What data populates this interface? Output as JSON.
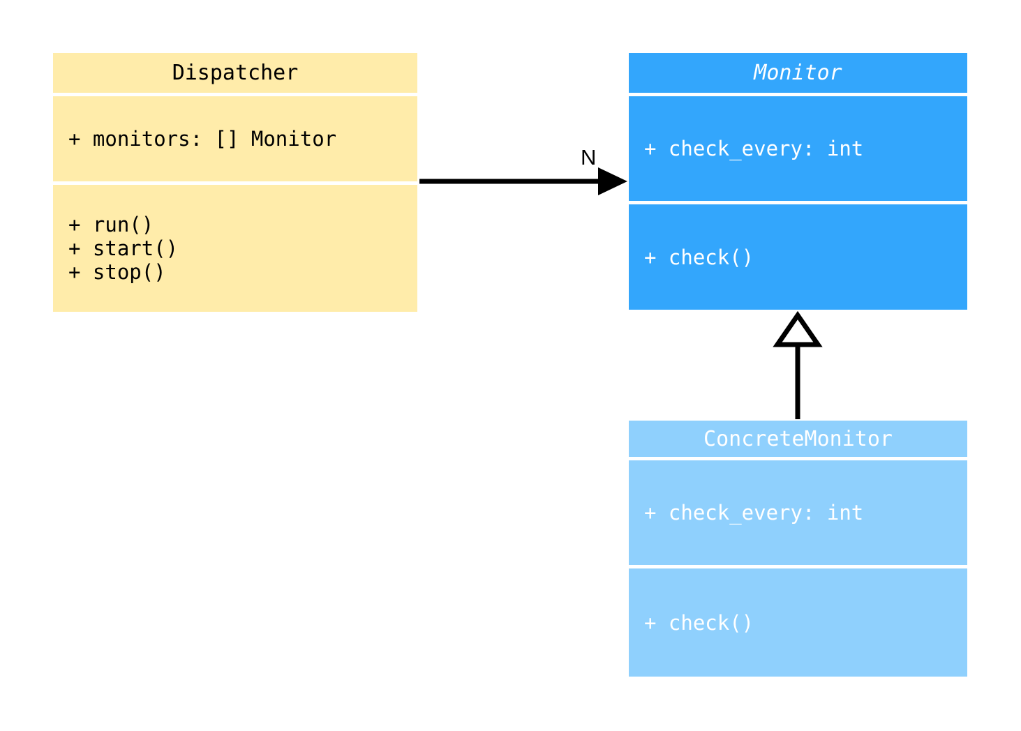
{
  "diagram": {
    "kind": "uml-class-diagram",
    "background": "#ffffff"
  },
  "classes": [
    {
      "id": "dispatcher",
      "name": "Dispatcher",
      "abstract": false,
      "fill": "#ffecaa",
      "text_color": "#000000",
      "attributes": [
        "+ monitors: [] Monitor"
      ],
      "operations": [
        "+ run()",
        "+ start()",
        "+ stop()"
      ]
    },
    {
      "id": "monitor",
      "name": "Monitor",
      "abstract": true,
      "fill": "#33a6fc",
      "text_color": "#ffffff",
      "attributes": [
        "+ check_every: int"
      ],
      "operations": [
        "+ check()"
      ]
    },
    {
      "id": "concrete_monitor",
      "name": "ConcreteMonitor",
      "abstract": false,
      "fill": "#8fd0fd",
      "text_color": "#ffffff",
      "attributes": [
        "+ check_every: int"
      ],
      "operations": [
        "+ check()"
      ]
    }
  ],
  "relationships": [
    {
      "id": "dispatcher-to-monitor",
      "type": "association",
      "from": "Dispatcher",
      "to": "Monitor",
      "multiplicity_label": "N",
      "arrow_head": "filled-arrow",
      "stroke": "#000000"
    },
    {
      "id": "concrete-to-monitor",
      "type": "generalization",
      "from": "ConcreteMonitor",
      "to": "Monitor",
      "multiplicity_label": "",
      "arrow_head": "hollow-triangle",
      "stroke": "#000000"
    }
  ]
}
